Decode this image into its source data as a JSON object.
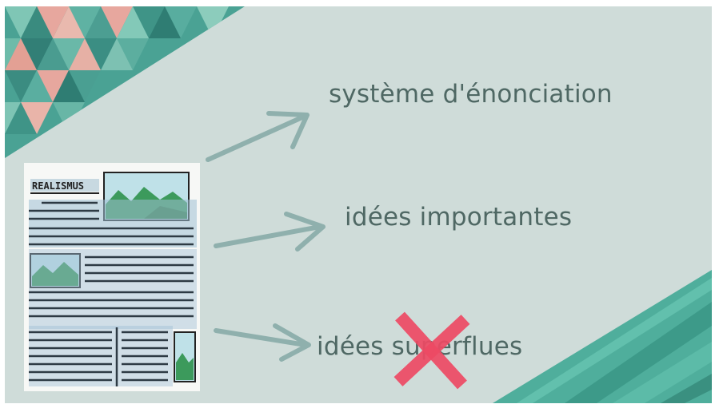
{
  "labels": {
    "item_1": "système d'énonciation",
    "item_2": "idées importantes",
    "item_3": "idées superflues"
  },
  "document_illustration": {
    "headline": "REALISMUS"
  },
  "colors": {
    "background": "#cfdcd9",
    "text": "#4f6864",
    "arrow": "#8fb0ad",
    "cross": "#ee4a64",
    "decor_teal": "#3f9d8f",
    "decor_pink": "#e7a79e"
  },
  "icons": {
    "arrow": "arrow-right-icon",
    "cross": "cross-out-icon"
  }
}
